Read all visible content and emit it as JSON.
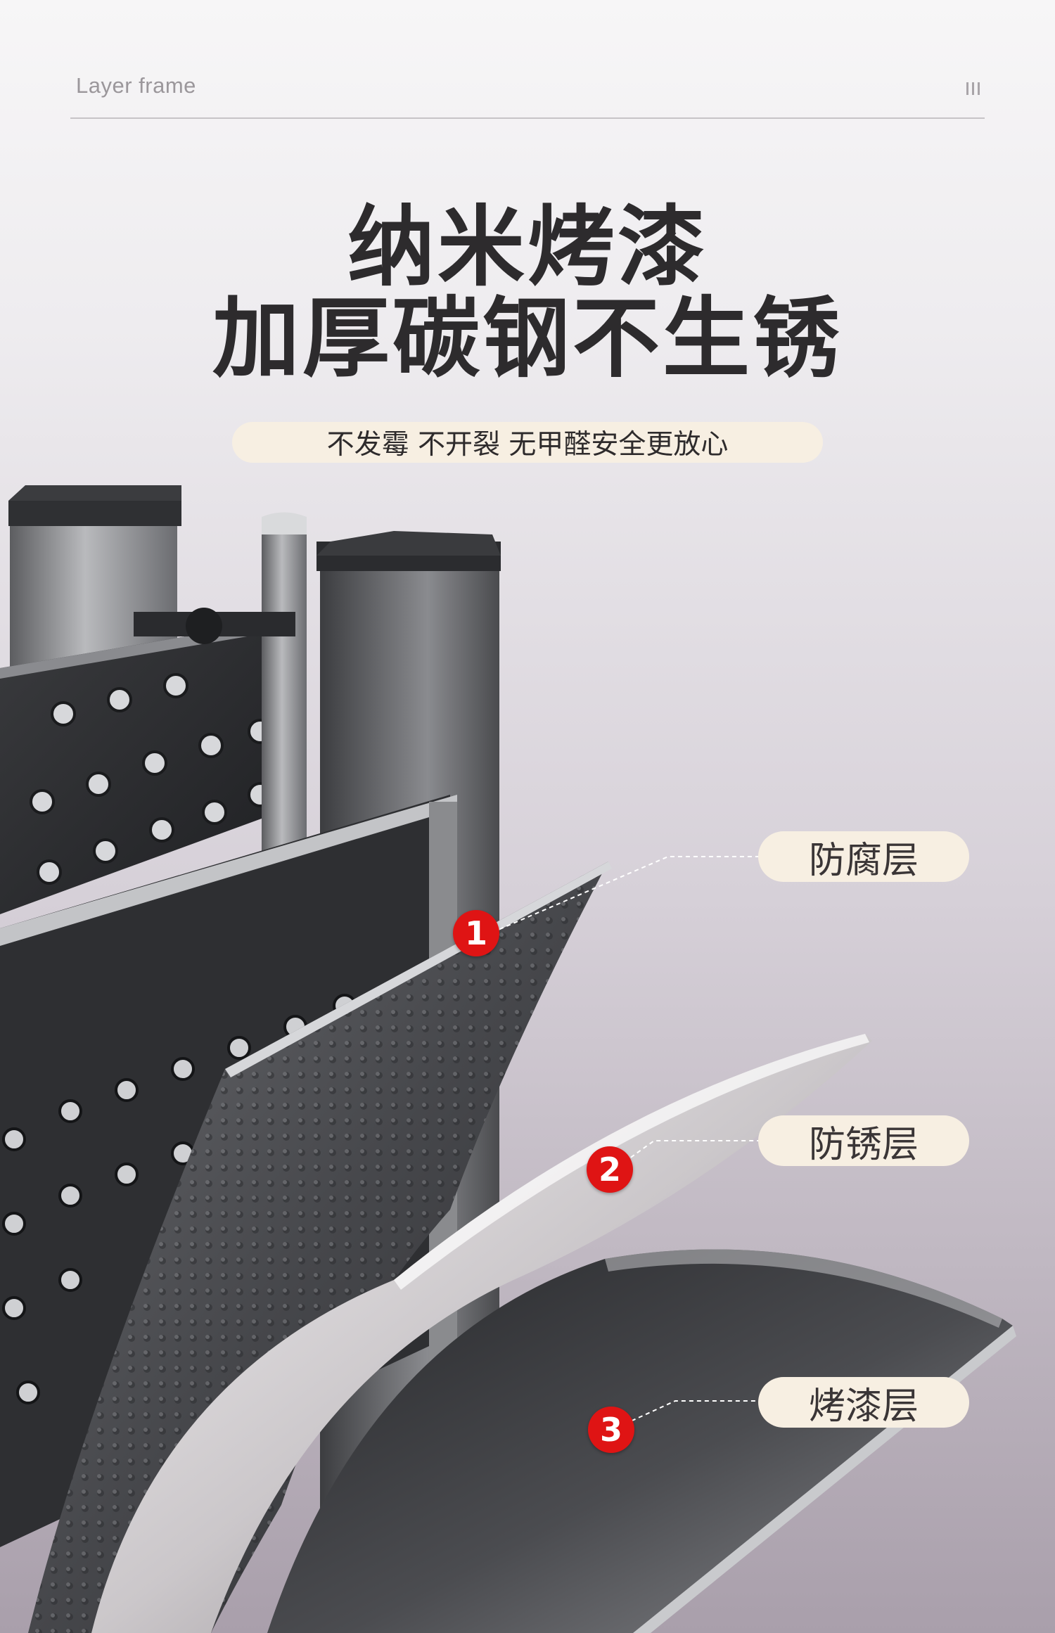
{
  "header": {
    "label": "Layer frame",
    "mark": "III"
  },
  "headline": {
    "line1": "纳米烤漆",
    "line2": "加厚碳钢不生锈"
  },
  "subtitle": "不发霉 不开裂 无甲醛安全更放心",
  "layers": [
    {
      "number": "1",
      "label": "防腐层"
    },
    {
      "number": "2",
      "label": "防锈层"
    },
    {
      "number": "3",
      "label": "烤漆层"
    }
  ],
  "colors": {
    "badge": "#df1414",
    "pill": "#f7efe2",
    "text": "#2d2b2d"
  }
}
